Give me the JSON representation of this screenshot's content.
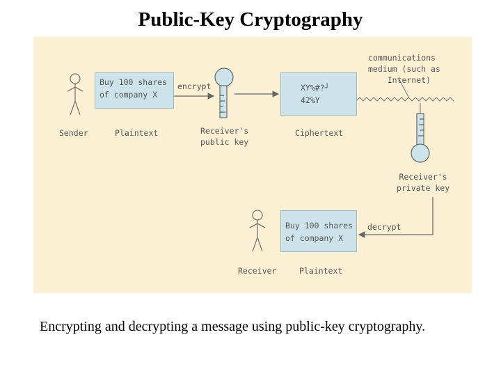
{
  "title": "Public-Key Cryptography",
  "caption": "Encrypting and decrypting a message using public-key cryptography.",
  "diagram": {
    "sender_label": "Sender",
    "plaintext_label_top": "Plaintext",
    "plaintext_message_top": "Buy 100 shares\nof company X",
    "encrypt_label": "encrypt",
    "public_key_label": "Receiver's\npublic key",
    "ciphertext_label": "Ciphertext",
    "ciphertext_message": "XY%#?┘\n42%Y",
    "medium_label": "communications\nmedium (such as\n    Internet)",
    "private_key_label": "Receiver's\nprivate key",
    "decrypt_label": "decrypt",
    "plaintext_message_bottom": "Buy 100 shares\nof company X",
    "receiver_label": "Receiver",
    "plaintext_label_bottom": "Plaintext"
  },
  "colors": {
    "panel_background": "#fcf0d4",
    "box_fill": "#cde3ea",
    "key_fill": "#cde3ea",
    "line": "#666666"
  }
}
